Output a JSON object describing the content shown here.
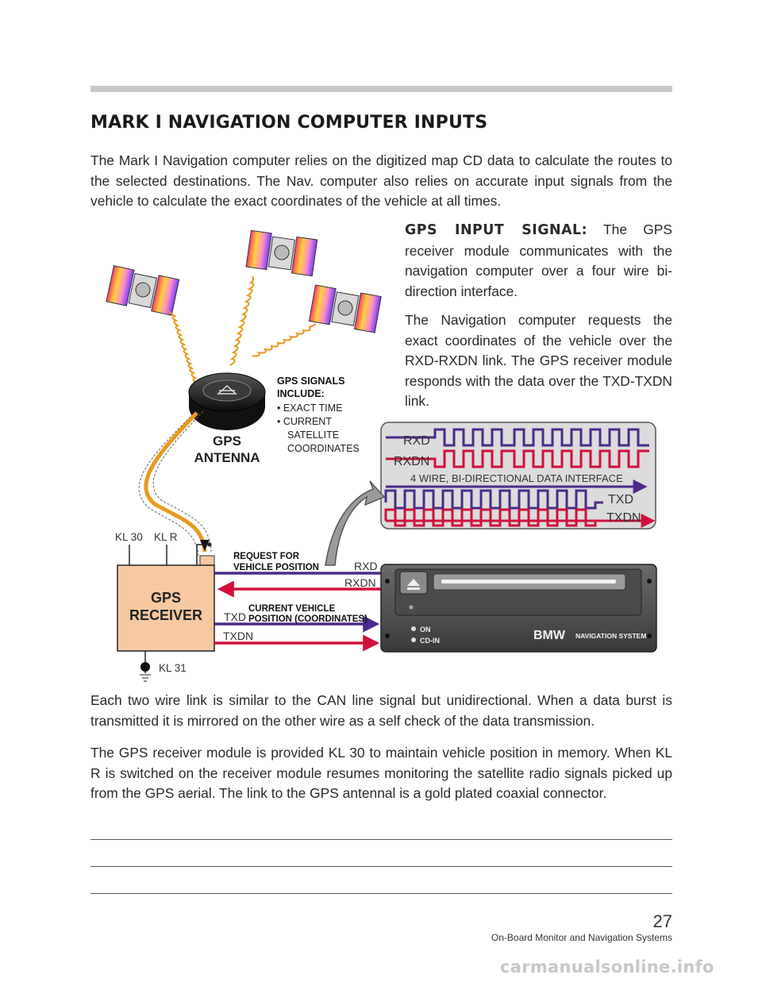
{
  "heading": "MARK I NAVIGATION COMPUTER INPUTS",
  "intro": "The Mark I Navigation computer relies on the digitized map CD data to calculate the routes to the selected destinations.  The Nav. computer also relies on accurate input signals from the vehicle to calculate the exact coordinates of the vehicle at all times.",
  "gps_section": {
    "label": "GPS INPUT SIGNAL:",
    "text1": " The GPS receiver module communicates with the navigation computer over a four wire bi-direction interface.",
    "text2": "The Navigation computer requests the exact coordinates of the vehicle over the RXD-RXDN link.  The GPS receiver module responds with the data over the TXD-TXDN link."
  },
  "diagram": {
    "gps_signals_title_1": "GPS SIGNALS",
    "gps_signals_title_2": "INCLUDE:",
    "gps_signals_item_1": "• EXACT TIME",
    "gps_signals_item_2a": "• CURRENT",
    "gps_signals_item_2b": "SATELLITE",
    "gps_signals_item_2c": "COORDINATES",
    "antenna_label_1": "GPS",
    "antenna_label_2": "ANTENNA",
    "interface_rxd": "RXD",
    "interface_rxdn": "RXDN",
    "interface_title": "4 WIRE, BI-DIRECTIONAL DATA INTERFACE",
    "interface_txd": "TXD",
    "interface_txdn": "TXDN",
    "kl30": "KL 30",
    "klr": "KL R",
    "kl31": "KL 31",
    "receiver_label_1": "GPS",
    "receiver_label_2": "RECEIVER",
    "request_1": "REQUEST FOR",
    "request_2": "VEHICLE POSITION",
    "current_1": "CURRENT VEHICLE",
    "current_2": "POSITION (COORDINATES)",
    "wire_rxd": "RXD",
    "wire_rxdn": "RXDN",
    "wire_txd": "TXD",
    "wire_txdn": "TXDN",
    "unit_on": "ON",
    "unit_cdin": "CD-IN",
    "unit_brand": "BMW",
    "unit_system": "NAVIGATION SYSTEM"
  },
  "paragraph_can": "Each two wire link is similar to the CAN line signal but unidirectional.  When a data burst is transmitted it is mirrored on the other wire as a self check of the data transmission.",
  "paragraph_kl": "The GPS receiver module is provided KL 30 to maintain vehicle position in memory.  When KL R is switched on the receiver module resumes monitoring the satellite radio signals picked up from the GPS aerial.  The link to the GPS antennal is a gold plated coaxial connector.",
  "page_number": "27",
  "footer_text": "On-Board Monitor and Navigation Systems",
  "watermark": "carmanualsonline.info",
  "colors": {
    "rxd": "#4a2a8a",
    "rxdn": "#d0103a",
    "receiver_fill": "#f7c9a0",
    "coax": "#e89a1e"
  }
}
